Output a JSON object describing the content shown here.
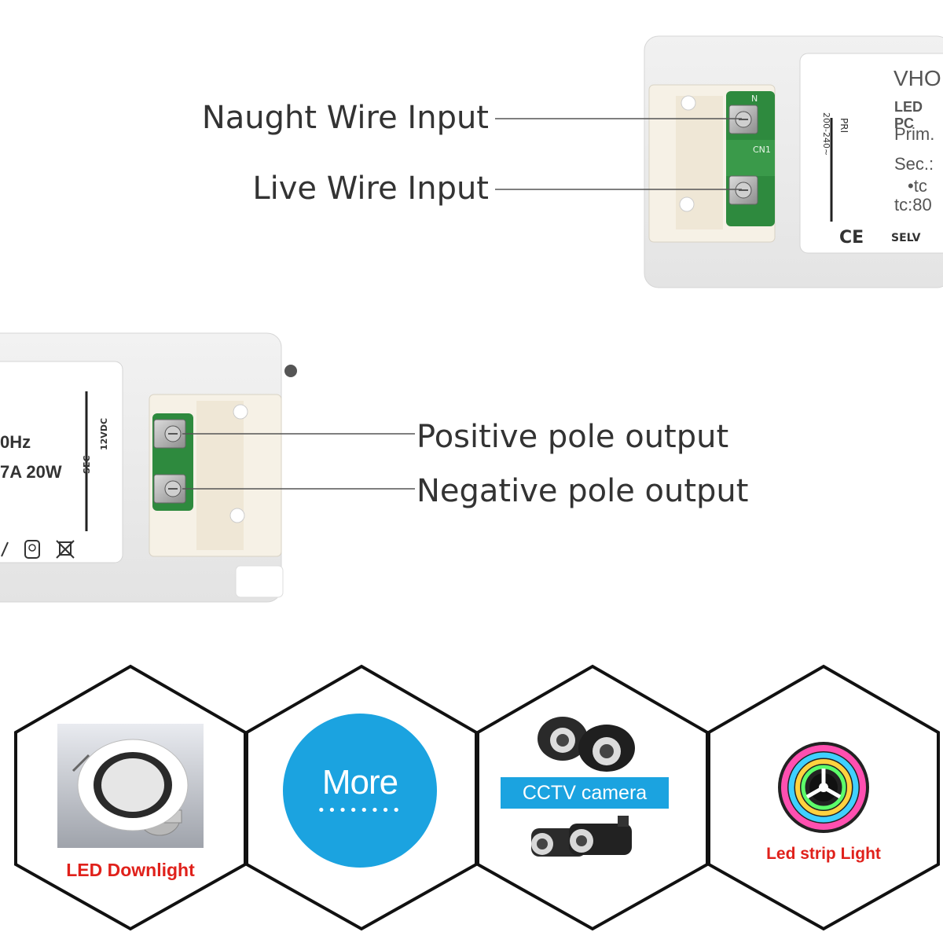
{
  "callouts": {
    "naught": "Naught Wire Input",
    "live": "Live Wire Input",
    "positive": "Positive pole output",
    "negative": "Negative pole output"
  },
  "top_device": {
    "brand": "VHO",
    "line1": "LED PC",
    "line2": "Prim.",
    "line3": "Sec.:",
    "line4": "•tc",
    "line5": "tc:80",
    "pri_label": "PRI",
    "pri_voltage": "200-240~",
    "terminal_n": "N",
    "cn1": "CN1",
    "ce": "CE",
    "selv": "SELV"
  },
  "bottom_device": {
    "freq": "0Hz",
    "rating": "7A 20W",
    "sec_label": "SEC",
    "sec_voltage": "12VDC"
  },
  "applications": {
    "downlight": "LED Downlight",
    "more": "More",
    "cctv": "CCTV camera",
    "strip": "Led strip Light"
  },
  "colors": {
    "label_red": "#e0211b",
    "more_blue": "#1ba3e0",
    "pcb_green": "#2e8a3e"
  }
}
